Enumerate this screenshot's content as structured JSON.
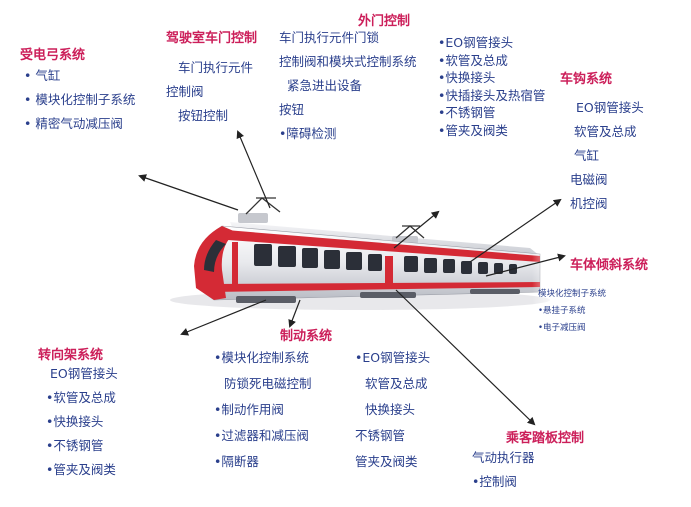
{
  "sections": {
    "pantograph": {
      "title": "受电弓系统",
      "items": [
        "• 气缸",
        "• 模块化控制子系统",
        "• 精密气动减压阀"
      ]
    },
    "cab_door": {
      "title": "驾驶室车门控制",
      "items": [
        "车门执行元件",
        "控制阀",
        "按钮控制"
      ]
    },
    "outer_door": {
      "title": "外门控制",
      "items_left": [
        "车门执行元件门锁",
        "控制阀和模块式控制系统",
        "紧急进出设备",
        "按钮",
        "•障碍检测"
      ],
      "items_right": [
        "•EO钢管接头",
        "•软管及总成",
        "•快换接头",
        "•快插接头及热宿管",
        "•不锈钢管",
        "•管夹及阀类"
      ]
    },
    "coupler": {
      "title": "车钩系统",
      "items": [
        "EO钢管接头",
        "软管及总成",
        "气缸",
        "电磁阀",
        "机控阀"
      ]
    },
    "tilting": {
      "title": "车体倾斜系统",
      "items": [
        "模块化控制子系统",
        "•悬挂子系统",
        "•电子减压阀"
      ]
    },
    "brake": {
      "title": "制动系统",
      "items_left": [
        "•模块化控制系统",
        "防锁死电磁控制",
        "•制动作用阀",
        "•过滤器和减压阀",
        "•隔断器"
      ],
      "items_right": [
        "•EO钢管接头",
        "软管及总成",
        "快换接头",
        "不锈钢管",
        "管夹及阀类"
      ]
    },
    "bogie": {
      "title": "转向架系统",
      "items": [
        "EO钢管接头",
        "•软管及总成",
        "•快换接头",
        "•不锈钢管",
        "•管夹及阀类"
      ]
    },
    "step": {
      "title": "乘客踏板控制",
      "items": [
        "气动执行器",
        "•控制阀"
      ]
    }
  },
  "colors": {
    "title": "#cc1f5a",
    "text": "#2a3f8c",
    "train_red": "#d42a35",
    "train_white": "#f2f2f4",
    "window": "#2b2f38"
  }
}
